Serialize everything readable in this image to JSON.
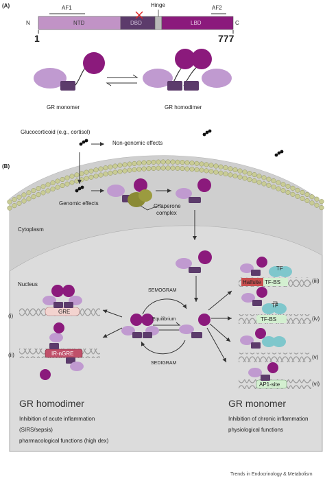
{
  "panel_a": {
    "label": "(A)",
    "n_term": "N",
    "c_term": "C",
    "start": "1",
    "end": "777",
    "domains": {
      "ntd": "NTD",
      "dbd": "DBD",
      "hinge": "Hinge",
      "lbd": "LBD"
    },
    "af1": "AF1",
    "af2": "AF2",
    "monomer": "GR monomer",
    "homodimer": "GR homodimer"
  },
  "panel_b": {
    "label": "(B)",
    "glucocorticoid": "Glucocorticoid (e.g., cortisol)",
    "nongenomic": "Non-genomic effects",
    "genomic": "Genomic effects",
    "chaperone_1": "Chaperone",
    "chaperone_2": "complex",
    "cytoplasm": "Cytoplasm",
    "nucleus": "Nucleus",
    "semogram": "SEMOGRAM",
    "sedigram": "SEDIGRAM",
    "equilibrium": "Equilibrium",
    "gre": "GRE",
    "ir_ngre": "IR-nGRE",
    "halfsite": "Halfsite",
    "tf": "TF",
    "tf_bs": "TF-BS",
    "ap1": "AP1-site",
    "roman": {
      "i": "(i)",
      "ii": "(ii)",
      "iii": "(iii)",
      "iv": "(iv)",
      "v": "(v)",
      "vi": "(vi)"
    },
    "homodimer_title": "GR homodimer",
    "homodimer_lines": [
      "Inhibition of acute inflammation",
      "(SIRS/sepsis)",
      "pharmacological functions (high dex)"
    ],
    "monomer_title": "GR monomer",
    "monomer_lines": [
      "Inhibition of chronic inflammation",
      "physiological functions"
    ]
  },
  "footer": "Trends in Endocrinology & Metabolism",
  "colors": {
    "ntd": "#c193c6",
    "dbd": "#5c3b6b",
    "lbd": "#8b1a7c",
    "ligand": "#6a0f5c",
    "light_domain": "#c09ad0",
    "chaperone": "#8a8a35",
    "tf": "#7fc7cc",
    "halfsite": "#c94f4f",
    "gre": "#f3d3cf",
    "tfbs": "#d3efd0",
    "ir_ngre": "#c0506a",
    "cell_bg": "#e4e4e4"
  }
}
